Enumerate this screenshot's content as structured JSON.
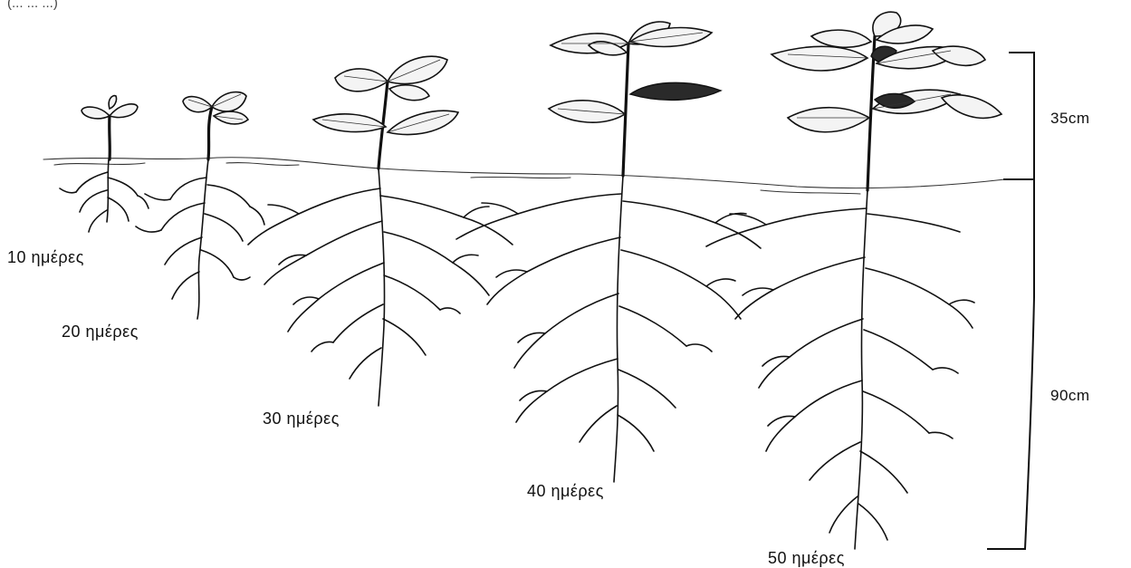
{
  "header_fragment": "(... ... ...)",
  "stages": [
    {
      "label": "10 ημέρες"
    },
    {
      "label": "20 ημέρες"
    },
    {
      "label": "30 ημέρες"
    },
    {
      "label": "40 ημέρες"
    },
    {
      "label": "50 ημέρες"
    }
  ],
  "scale": {
    "above_ground": "35cm",
    "below_ground": "90cm"
  }
}
